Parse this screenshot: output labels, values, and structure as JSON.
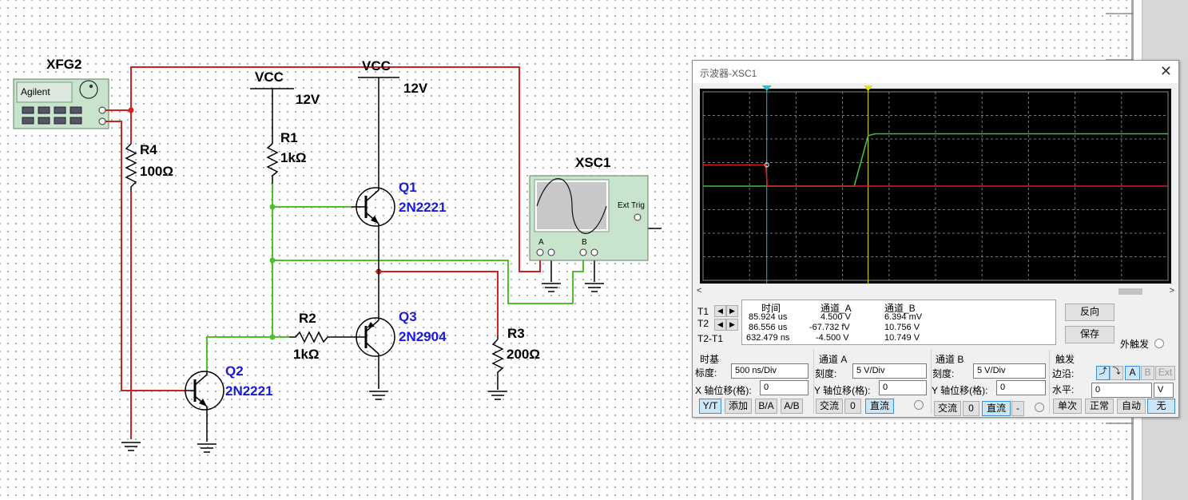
{
  "circuit": {
    "generator": {
      "label": "XFG2",
      "brand": "Agilent"
    },
    "scope": {
      "label": "XSC1",
      "ext_trig": "Ext Trig",
      "ch_a": "A",
      "ch_b": "B"
    },
    "vcc1": {
      "label": "VCC",
      "voltage": "12V"
    },
    "vcc2": {
      "label": "VCC",
      "voltage": "12V"
    },
    "r1": {
      "name": "R1",
      "value": "1kΩ"
    },
    "r2": {
      "name": "R2",
      "value": "1kΩ"
    },
    "r3": {
      "name": "R3",
      "value": "200Ω"
    },
    "r4": {
      "name": "R4",
      "value": "100Ω"
    },
    "q1": {
      "name": "Q1",
      "part": "2N2221"
    },
    "q2": {
      "name": "Q2",
      "part": "2N2221"
    },
    "q3": {
      "name": "Q3",
      "part": "2N2904"
    }
  },
  "oscilloscope": {
    "title": "示波器-XSC1",
    "close_icon": "close-icon",
    "chart_data": {
      "type": "line",
      "grid": true,
      "divisions": {
        "x": 10,
        "y": 8
      },
      "x_scale": "500 ns/Div",
      "y_scale": "5 V/Div",
      "series": [
        {
          "color": "#d42020",
          "points": [
            [
              0,
              4.5
            ],
            [
              1.35,
              4.5
            ],
            [
              1.38,
              0
            ],
            [
              10,
              0
            ]
          ]
        },
        {
          "color": "#3fbf3f",
          "points": [
            [
              0,
              0
            ],
            [
              3.25,
              0
            ],
            [
              3.55,
              10.7
            ],
            [
              3.7,
              11.1
            ],
            [
              10,
              11.1
            ]
          ]
        }
      ],
      "cursor_t1_div": 1.37,
      "cursor_t2_div": 3.55
    },
    "readout": {
      "rows": [
        "T1",
        "T2",
        "T2-T1"
      ],
      "headers": [
        "时间",
        "通道_A",
        "通道_B"
      ],
      "values": [
        [
          "85.924 us",
          "4.500 V",
          "6.394 mV"
        ],
        [
          "86.556 us",
          "-67.732 fV",
          "10.756 V"
        ],
        [
          "632.479 ns",
          "-4.500 V",
          "10.749 V"
        ]
      ],
      "reverse_button": "反向",
      "save_button": "保存",
      "ext_trigger": "外触发"
    },
    "timebase": {
      "title": "时基",
      "scale_label": "标度:",
      "scale": "500 ns/Div",
      "xpos_label": "X 轴位移(格):",
      "xpos": "0",
      "buttons": [
        "Y/T",
        "添加",
        "B/A",
        "A/B"
      ]
    },
    "channel_a": {
      "title": "通道 A",
      "scale_label": "刻度:",
      "scale": "5  V/Div",
      "ypos_label": "Y 轴位移(格):",
      "ypos": "0",
      "buttons": [
        "交流",
        "0",
        "直流"
      ]
    },
    "channel_b": {
      "title": "通道 B",
      "scale_label": "刻度:",
      "scale": "5  V/Div",
      "ypos_label": "Y 轴位移(格):",
      "ypos": "0",
      "buttons": [
        "交流",
        "0",
        "直流",
        "-"
      ]
    },
    "trigger": {
      "title": "触发",
      "edge_label": "边沿:",
      "edge_buttons": [
        "A",
        "B",
        "Ext"
      ],
      "level_label": "水平:",
      "level": "0",
      "level_unit": "V",
      "mode_buttons": [
        "单次",
        "正常",
        "自动",
        "无"
      ]
    }
  }
}
